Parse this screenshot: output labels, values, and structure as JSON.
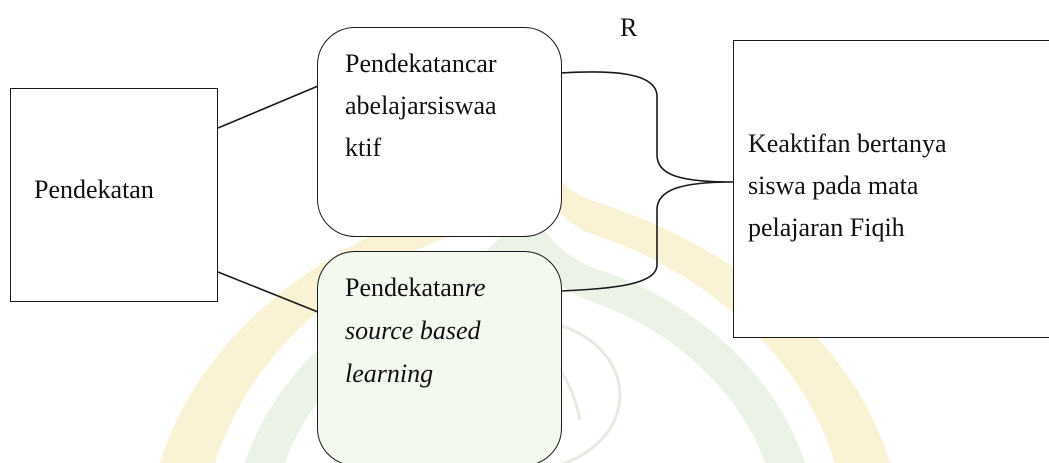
{
  "diagram": {
    "marker_letter": "R",
    "left_box": {
      "label": "Pendekatan"
    },
    "top_box": {
      "lines": [
        "Pendekatancar",
        "abelajarsiswaa",
        "ktif"
      ]
    },
    "bottom_box": {
      "line1_normal": "Pendekatan",
      "line1_italic": "re",
      "line2": "source based",
      "line3": "learning"
    },
    "right_box": {
      "lines": [
        "Keaktifan bertanya",
        "siswa pada mata",
        "pelajaran Fiqih"
      ]
    }
  },
  "colors": {
    "stroke": "#1a1a1a",
    "watermark_green": "#d6e9cc",
    "watermark_gold": "#f3dc8c",
    "bottom_box_fill": "#f3f9ee"
  }
}
